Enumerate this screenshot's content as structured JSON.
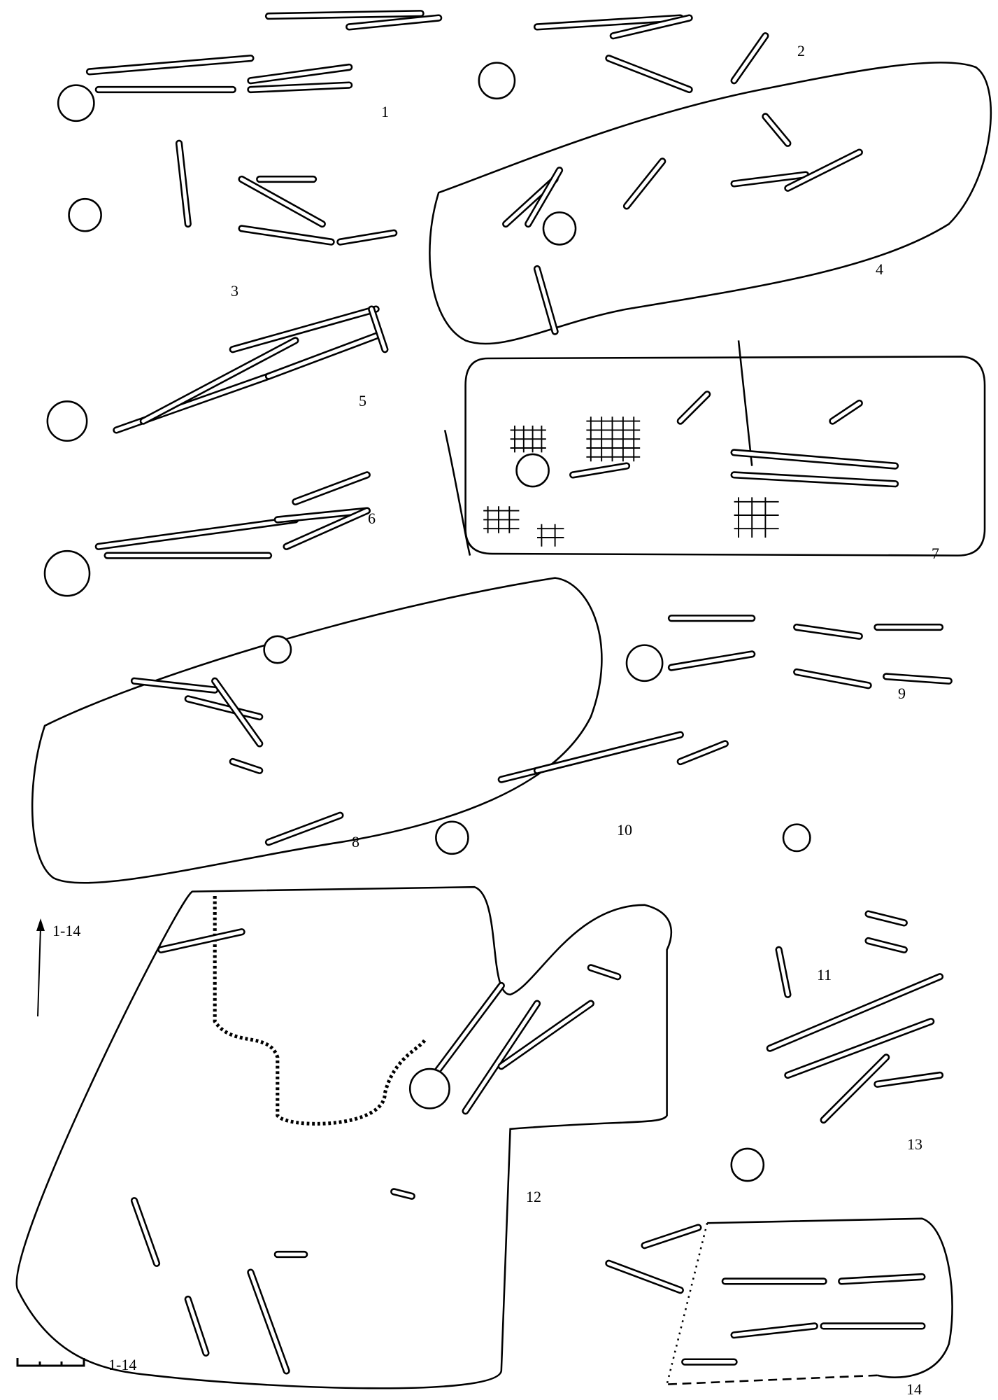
{
  "figure": {
    "burial_labels": [
      "1",
      "2",
      "3",
      "4",
      "5",
      "6",
      "7",
      "8",
      "9",
      "10",
      "11",
      "12",
      "13",
      "14"
    ],
    "north_arrow_label": "1-14",
    "scale_bar_label": "1-14"
  },
  "colors": {
    "ink": "#000000",
    "paper": "#ffffff"
  }
}
